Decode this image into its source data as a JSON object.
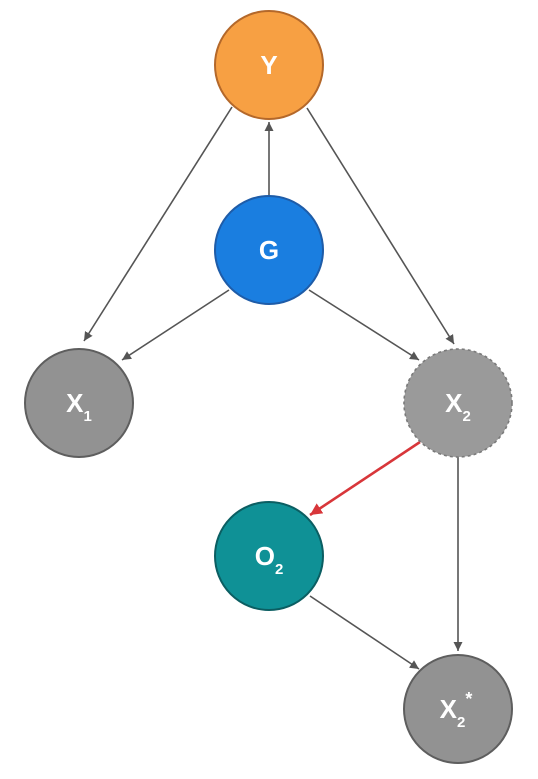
{
  "nodes": {
    "y": {
      "label": "Y",
      "fill": "#F7A043",
      "stroke": "#B4682A"
    },
    "g": {
      "label": "G",
      "fill": "#1A7EE0",
      "stroke": "#1E5CA8"
    },
    "x1": {
      "label": "X",
      "sub": "1",
      "fill": "#929292",
      "stroke": "#5E5E5E"
    },
    "x2": {
      "label": "X",
      "sub": "2",
      "fill": "#9A9A9A",
      "stroke": "#7A7A7A",
      "border": "dashed"
    },
    "o2": {
      "label": "O",
      "sub": "2",
      "fill": "#0F9196",
      "stroke": "#0B5E62"
    },
    "x2star": {
      "label": "X",
      "sub": "2",
      "sup": "*",
      "fill": "#929292",
      "stroke": "#5E5E5E"
    }
  },
  "edges": [
    {
      "from": "G",
      "to": "Y",
      "color": "#555555"
    },
    {
      "from": "Y",
      "to": "X1",
      "color": "#555555"
    },
    {
      "from": "Y",
      "to": "X2",
      "color": "#555555"
    },
    {
      "from": "G",
      "to": "X1",
      "color": "#555555"
    },
    {
      "from": "G",
      "to": "X2",
      "color": "#555555"
    },
    {
      "from": "X2",
      "to": "O2",
      "color": "#D8363A"
    },
    {
      "from": "X2",
      "to": "X2*",
      "color": "#555555"
    },
    {
      "from": "O2",
      "to": "X2*",
      "color": "#555555"
    }
  ]
}
